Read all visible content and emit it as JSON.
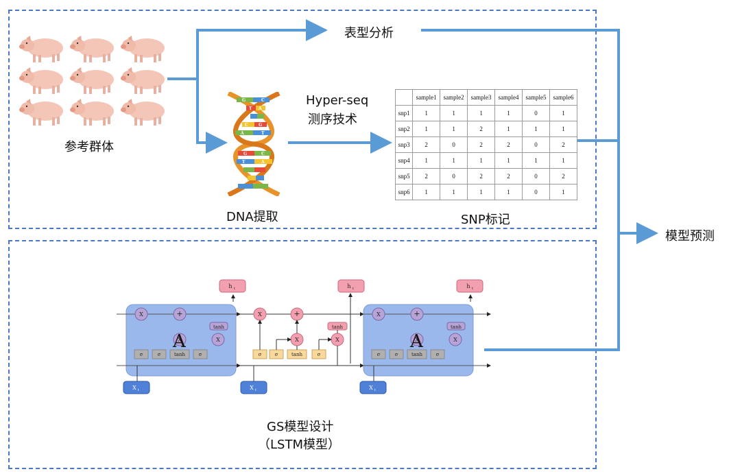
{
  "labels": {
    "population": "参考群体",
    "phenotype": "表型分析",
    "dna": "DNA提取",
    "hyperseq_line1": "Hyper-seq",
    "hyperseq_line2": "测序技术",
    "snp": "SNP标记",
    "prediction": "模型预测",
    "gs_line1": "GS模型设计",
    "gs_line2": "（LSTM模型）"
  },
  "snp_table": {
    "headers": [
      "",
      "sample1",
      "sample2",
      "sample3",
      "sample4",
      "sample5",
      "sample6"
    ],
    "rows": [
      [
        "snp1",
        "1",
        "1",
        "1",
        "1",
        "0",
        "1"
      ],
      [
        "snp2",
        "1",
        "1",
        "2",
        "1",
        "1",
        "1"
      ],
      [
        "snp3",
        "2",
        "0",
        "2",
        "2",
        "0",
        "2"
      ],
      [
        "snp4",
        "1",
        "1",
        "1",
        "1",
        "1",
        "1"
      ],
      [
        "snp5",
        "2",
        "0",
        "2",
        "2",
        "0",
        "2"
      ],
      [
        "snp6",
        "1",
        "1",
        "1",
        "1",
        "0",
        "1"
      ]
    ]
  },
  "lstm": {
    "output": "h",
    "output_sub": "t",
    "input": "X",
    "input_sub": "t",
    "sigma": "σ",
    "tanh": "tanh",
    "multiply": "X",
    "add": "+",
    "cell_label": "A"
  },
  "dna_bases": [
    "G",
    "C",
    "T",
    "A",
    "C",
    "G",
    "A",
    "T",
    "G",
    "C",
    "T",
    "A"
  ],
  "colors": {
    "arrow": "#5b9bd5",
    "dashed_border": "#4a78c4",
    "cell_fill": "#9bb8ec",
    "gate_yellow": "#f9d89b",
    "gate_gray": "#a6a6a6",
    "pink": "#f2a0b0",
    "input_blue": "#4f81d8"
  },
  "icons": [
    "pig-icon",
    "dna-helix-icon"
  ]
}
